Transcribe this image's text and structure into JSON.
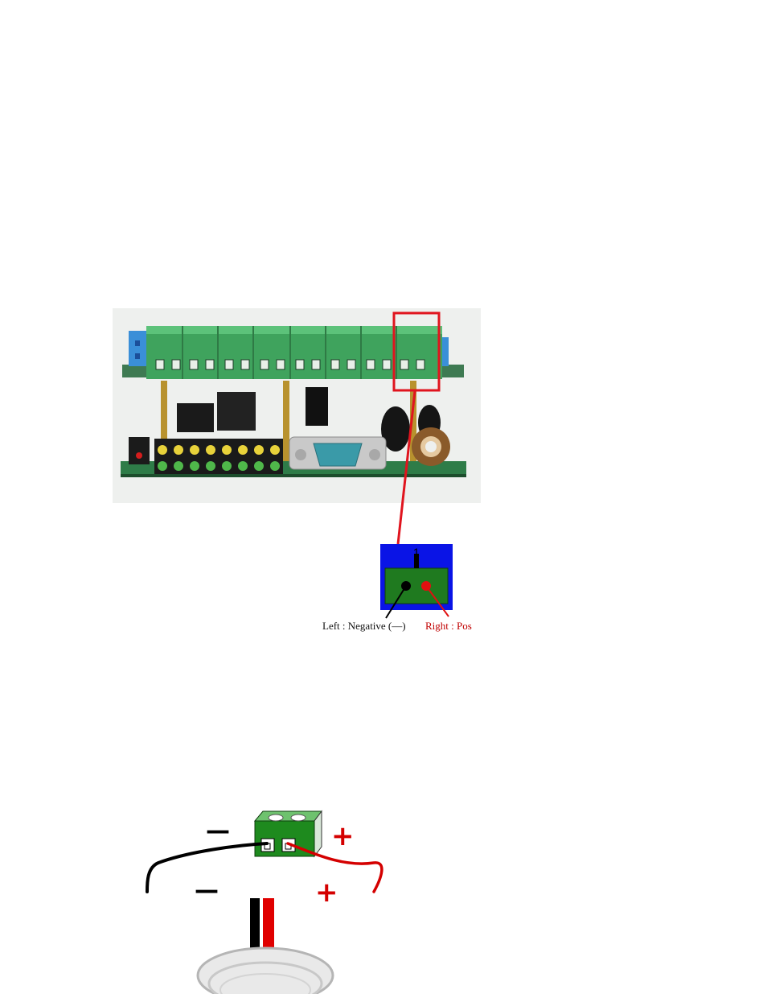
{
  "callout": {
    "pin_number": "1",
    "left_label": "Left : Negative (—)",
    "right_label": "Right : Pos"
  },
  "wiring": {
    "minus_sign": "—",
    "plus_sign": "+"
  },
  "colors": {
    "highlight_red": "#e0141e",
    "terminal_green": "#3f9d56",
    "callout_blue": "#0a14e6",
    "callout_green": "#1f7a1f",
    "negative_wire": "#000000",
    "positive_wire": "#d40000"
  }
}
